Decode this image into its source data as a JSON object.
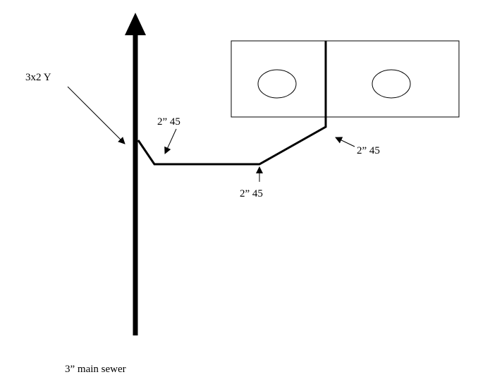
{
  "labels": {
    "wye_fitting": "3x2 Y",
    "elbow_upper_left": "2” 45",
    "elbow_lower": "2” 45",
    "elbow_right": "2” 45",
    "main_sewer": "3” main sewer"
  },
  "colors": {
    "line": "#000000",
    "background": "#ffffff"
  }
}
